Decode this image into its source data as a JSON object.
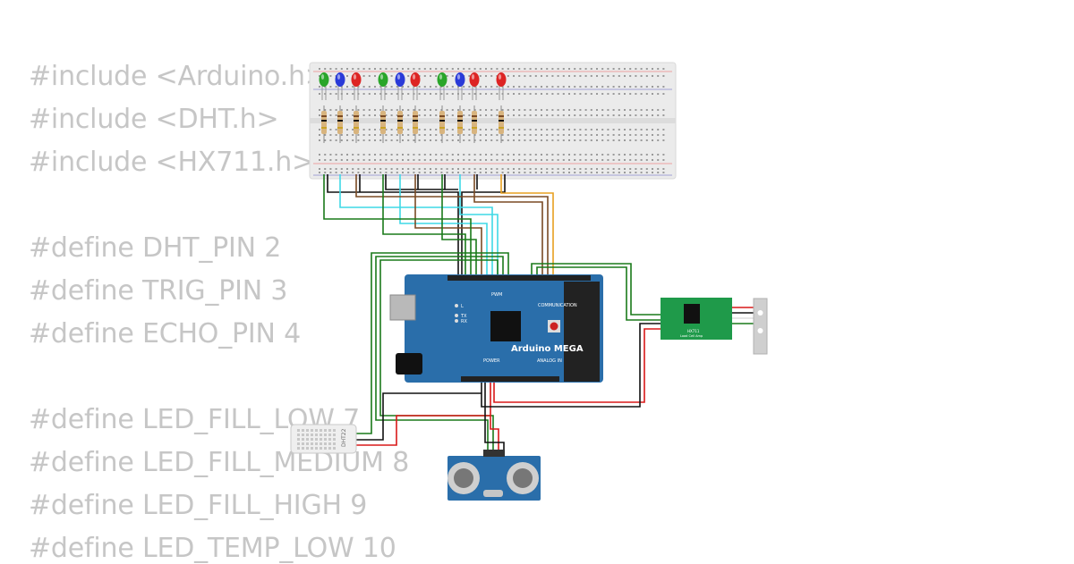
{
  "code": {
    "lines": [
      "#include <Arduino.h>",
      "#include <DHT.h>",
      "#include <HX711.h>",
      "",
      "#define DHT_PIN 2",
      "#define TRIG_PIN 3",
      "#define ECHO_PIN 4",
      "",
      "",
      "#define LED_FILL_LOW 7",
      "#define LED_FILL_MEDIUM 8",
      "#define LED_FILL_HIGH 9",
      "#define LED_TEMP_LOW 10"
    ]
  },
  "board": {
    "name": "Arduino MEGA",
    "label_pwm": "PWM",
    "label_communication": "COMMUNICATION",
    "label_power": "POWER",
    "label_analog": "ANALOG IN",
    "led_l": "L",
    "led_tx": "TX",
    "led_rx": "RX"
  },
  "hx711": {
    "title": "HX711",
    "subtitle": "Load Cell Amp"
  },
  "dht": {
    "label": "DHT22"
  },
  "colors": {
    "board": "#2a6eaa",
    "hx711": "#1f9a4a",
    "wire_green": "#1a7a1a",
    "wire_black": "#111111",
    "wire_cyan": "#3fd9e6",
    "wire_brown": "#7a4a24",
    "wire_orange": "#e8a020",
    "wire_red": "#d81818",
    "led_green": "#2aa52a",
    "led_blue": "#2a3ad8",
    "led_red": "#dd2424"
  },
  "leds": [
    "green",
    "blue",
    "red",
    "green",
    "blue",
    "red",
    "green",
    "blue",
    "red",
    "red"
  ]
}
